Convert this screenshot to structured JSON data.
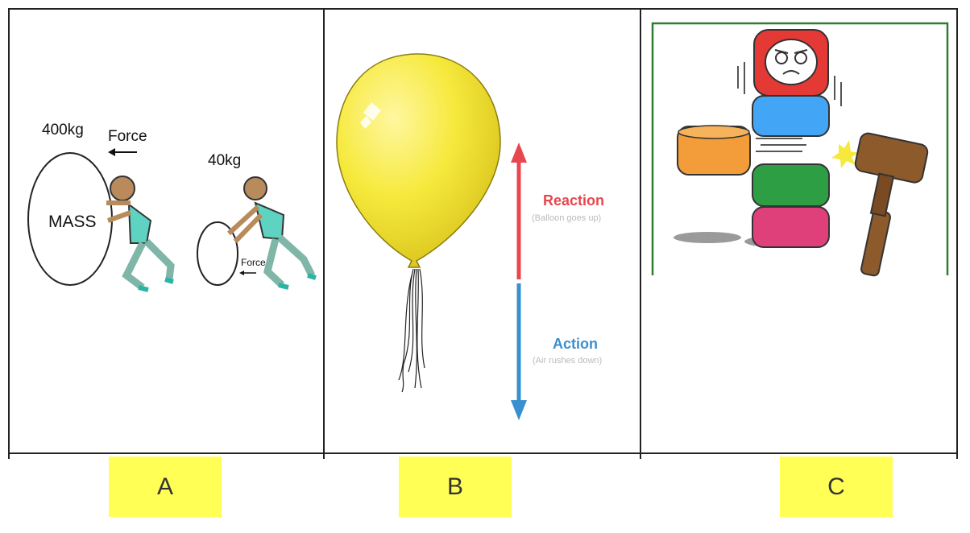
{
  "panelA": {
    "big_mass_weight": "400kg",
    "big_force_label": "Force",
    "mass_label": "MASS",
    "small_mass_weight": "40kg",
    "small_force_label": "Force"
  },
  "panelB": {
    "reaction_label": "Reaction",
    "reaction_sub": "(Balloon goes up)",
    "action_label": "Action",
    "action_sub": "(Air rushes down)"
  },
  "labels": [
    "A",
    "B",
    "C"
  ],
  "colors": {
    "label_bg": "#ffff55",
    "reaction": "#e8474f",
    "action": "#3a8fd0",
    "balloon": "#f6e93c",
    "panel_c_border": "#2e7d32"
  }
}
